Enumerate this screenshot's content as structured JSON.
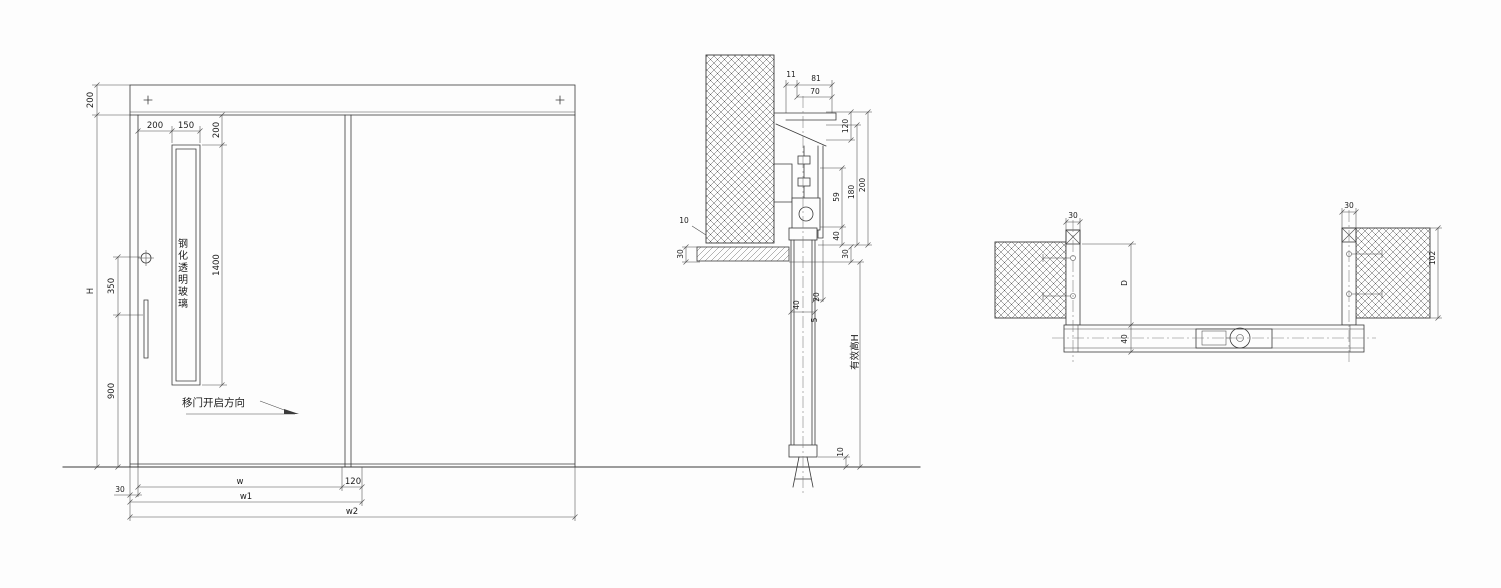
{
  "colors": {
    "line": "#3a3a3a",
    "background": "#fdfdfd"
  },
  "front_view": {
    "glass_label": "钢化透明玻璃",
    "direction_label": "移门开启方向",
    "plus_mark": "+",
    "dims": {
      "header_height": "200",
      "overall_height": "H",
      "glass_offset_left": "200",
      "glass_width": "150",
      "glass_offset_top": "200",
      "glass_height": "1400",
      "handle_mid": "350",
      "handle_bottom": "900",
      "frame_side": "30",
      "leaf_width": "w",
      "overlap": "120",
      "clear_width": "w1",
      "overall_width": "w2"
    }
  },
  "vertical_section": {
    "effective_height_label": "有效高H",
    "dims": {
      "top_offset": "11",
      "top_total": "81",
      "top_inner": "70",
      "track_120": "120",
      "bracket_59": "59",
      "mech_180": "180",
      "mech_200": "200",
      "upper_40": "40",
      "right_30": "30",
      "left_10": "10",
      "left_30": "30",
      "gap_20": "20",
      "leaf_40": "40",
      "gap_5": "5",
      "floor_10": "10"
    }
  },
  "plan_section": {
    "dims": {
      "left_30": "30",
      "right_30": "30",
      "wall_102": "102",
      "pocket_D": "D",
      "leaf_40": "40"
    }
  }
}
